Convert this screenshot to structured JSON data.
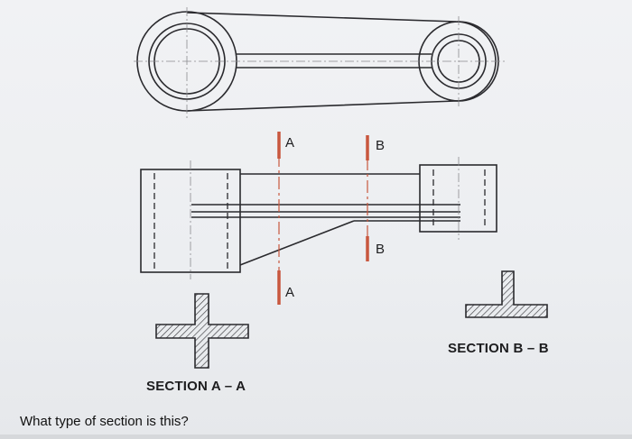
{
  "drawing": {
    "cutting_plane_a": {
      "label_top": "A",
      "label_bottom": "A",
      "color": "#c8573e"
    },
    "cutting_plane_b": {
      "label_top": "B",
      "label_bottom": "B",
      "color": "#c8573e"
    },
    "section_a_title": "SECTION  A – A",
    "section_b_title": "SECTION  B – B",
    "line_color": "#2a2a2e",
    "hatch_color": "#3a3a3e"
  },
  "question": {
    "text": "What type of section is this?"
  }
}
